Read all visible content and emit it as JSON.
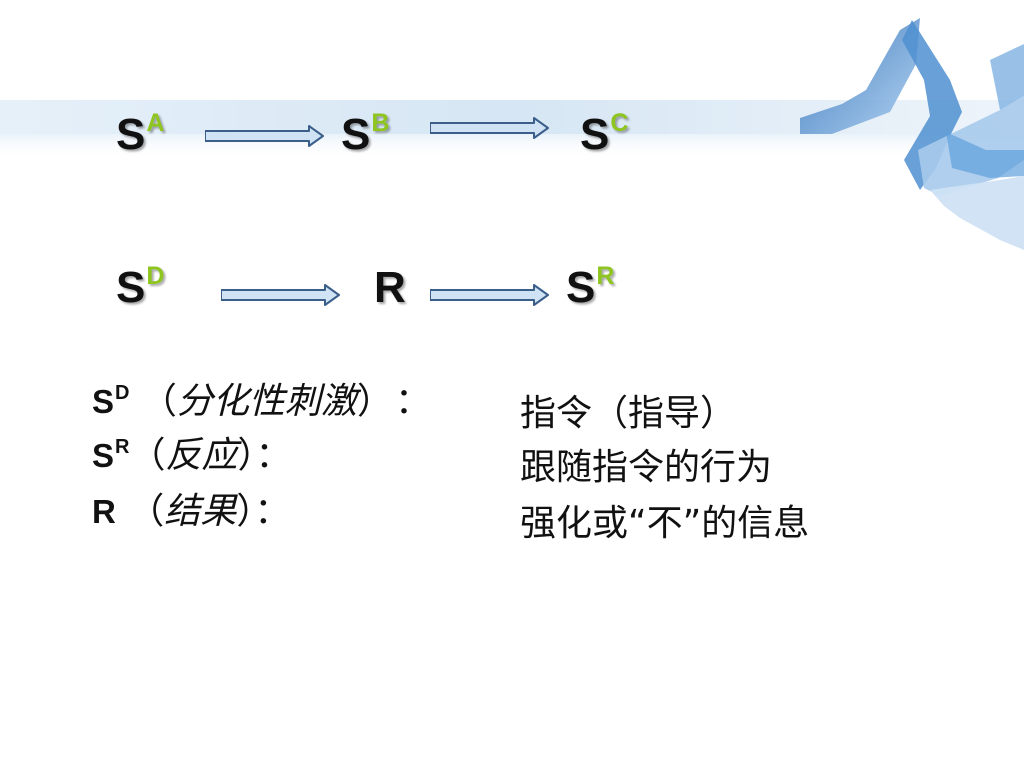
{
  "colors": {
    "superscript": "#8ec51f",
    "arrow_stroke": "#3b5f8a",
    "arrow_fill": "#cfe3f5",
    "ribbon": "#5b9bd5",
    "band": "#cfe2f3"
  },
  "diagram": {
    "row1": [
      {
        "base": "S",
        "sup": "A"
      },
      {
        "base": "S",
        "sup": "B"
      },
      {
        "base": "S",
        "sup": "C"
      }
    ],
    "row2": [
      {
        "base": "S",
        "sup": "D"
      },
      {
        "base": "R",
        "sup": ""
      },
      {
        "base": "S",
        "sup": "R"
      }
    ]
  },
  "legend": [
    {
      "term": "S",
      "sup": "D",
      "open": " （",
      "name": "分化性刺激",
      "close": "）",
      "colon": "：",
      "definition": "指令（指导）"
    },
    {
      "term": "S",
      "sup": "R",
      "open": "（",
      "name": "反应",
      "close": "）",
      "colon": "：",
      "definition": "跟随指令的行为"
    },
    {
      "term": "R",
      "sup": "",
      "open": " （",
      "name": "结果",
      "close": "）",
      "colon": "：",
      "definition": "强化或“不”的信息"
    }
  ]
}
